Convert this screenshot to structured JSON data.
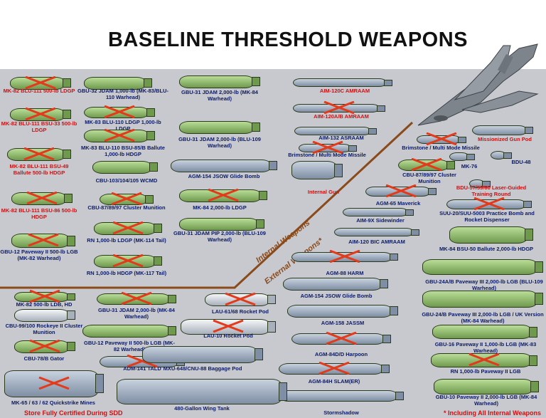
{
  "title": "BASELINE THRESHOLD WEAPONS",
  "divider": {
    "internal": "Internal Weapons",
    "external": "External Weapons*"
  },
  "footer": {
    "left_note": "Store Fully Certified During SDD",
    "right_note": "* Including All Internal Weapons"
  },
  "colors": {
    "panel": "#c8c9cf",
    "label_blue": "#0a1a66",
    "label_red": "#d01010",
    "cross": "#e23a1a",
    "store_green": "#8fbf6a",
    "store_gray": "#9aa7b8"
  },
  "icons": [
    "jet-icon",
    "cross-out-icon"
  ],
  "weapons": [
    {
      "id": "w1",
      "label": "MK-82 BLU-111 500-lb LDGP",
      "crossed": true
    },
    {
      "id": "w2",
      "label": "MK-82 BLU-111 BSU-33 500-lb LDGP",
      "crossed": true
    },
    {
      "id": "w3",
      "label": "MK-82 BLU-111 BSU-49 Ballute 500-lb HDGP",
      "crossed": true
    },
    {
      "id": "w4",
      "label": "MK-82 BLU-111 BSU-86 500-lb HDGP",
      "crossed": true
    },
    {
      "id": "w5",
      "label": "GBU-12 Paveway II 500-lb LGB (MK-82 Warhead)",
      "crossed": true
    },
    {
      "id": "w6",
      "label": "GBU-32 JDAM 1,000-lb (MK-83/BLU-110 Warhead)",
      "crossed": false
    },
    {
      "id": "w7",
      "label": "MK-83 BLU-110 LDGP 1,000-lb LDGP",
      "crossed": true
    },
    {
      "id": "w8",
      "label": "MK-83 BLU-110 BSU-85/B Ballute 1,000-lb HDGP",
      "crossed": true
    },
    {
      "id": "w9",
      "label": "CBU-103/104/105 WCMD",
      "crossed": false
    },
    {
      "id": "w10",
      "label": "CBU-87/89/97 Cluster Munition",
      "crossed": true
    },
    {
      "id": "w11",
      "label": "RN 1,000-lb LDGP (MK-114 Tail)",
      "crossed": true
    },
    {
      "id": "w12",
      "label": "RN 1,000-lb HDGP (MK-117 Tail)",
      "crossed": true
    },
    {
      "id": "w13",
      "label": "GBU-31 JDAM 2,000-lb (MK-84 Warhead)",
      "crossed": false
    },
    {
      "id": "w14",
      "label": "GBU-31 JDAM 2,000-lb (BLU-109 Warhead)",
      "crossed": false
    },
    {
      "id": "w15",
      "label": "AGM-154 JSOW Glide Bomb",
      "crossed": false
    },
    {
      "id": "w16",
      "label": "MK-84 2,000-lb LDGP",
      "crossed": true
    },
    {
      "id": "w17",
      "label": "GBU-31 JDAM PIP 2,000-lb (BLU-109 Warhead)",
      "crossed": false
    },
    {
      "id": "w18",
      "label": "AIM-120C AMRAAM",
      "crossed": false
    },
    {
      "id": "w19",
      "label": "AIM-120A/B AMRAAM",
      "crossed": true
    },
    {
      "id": "w20",
      "label": "AIM-132 ASRAAM",
      "crossed": false
    },
    {
      "id": "w21",
      "label": "Brimstone / Multi Mode Missile",
      "crossed": true
    },
    {
      "id": "w22",
      "label": "Internal Gun",
      "crossed": false
    },
    {
      "id": "w23",
      "label": "Brimstone / Multi Mode Missile",
      "crossed": true
    },
    {
      "id": "w24",
      "label": "Missionized Gun Pod",
      "crossed": false
    },
    {
      "id": "w25",
      "label": "MK-76",
      "crossed": false
    },
    {
      "id": "w26",
      "label": "BDU-48",
      "crossed": false
    },
    {
      "id": "w27",
      "label": "CBU-87/89/97 Cluster Munition",
      "crossed": true
    },
    {
      "id": "w28",
      "label": "BDU-57/59/60 Laser-Guided Training Round",
      "crossed": false
    },
    {
      "id": "w29",
      "label": "AGM-65 Maverick",
      "crossed": true
    },
    {
      "id": "w30",
      "label": "SUU-20/SUU-5003 Practice Bomb and Rocket Dispenser",
      "crossed": true
    },
    {
      "id": "w31",
      "label": "AIM-9X Sidewinder",
      "crossed": false
    },
    {
      "id": "w32",
      "label": "AIM-120 BIC AMRAAM",
      "crossed": false
    },
    {
      "id": "w33",
      "label": "MK-84 BSU-50 Ballute 2,000-lb HDGP",
      "crossed": false
    },
    {
      "id": "w34",
      "label": "AGM-88 HARM",
      "crossed": true
    },
    {
      "id": "w35",
      "label": "GBU-24A/B Paveway III 2,000-lb LGB (BLU-109 Warhead)",
      "crossed": false
    },
    {
      "id": "w36",
      "label": "AGM-154 JSOW Glide Bomb",
      "crossed": false
    },
    {
      "id": "w37",
      "label": "GBU-24/B Paveway III 2,000-lb LGB / UK Version (MK-84 Warhead)",
      "crossed": false
    },
    {
      "id": "w38",
      "label": "AGM-158 JASSM",
      "crossed": false
    },
    {
      "id": "w39",
      "label": "AGM-84D/D Harpoon",
      "crossed": true
    },
    {
      "id": "w40",
      "label": "GBU-16 Paveway II 1,000-lb LGB (MK-83 Warhead)",
      "crossed": false
    },
    {
      "id": "w41",
      "label": "AGM-84H SLAM(ER)",
      "crossed": true
    },
    {
      "id": "w42",
      "label": "RN 1,000-lb Paveway II LGB",
      "crossed": true
    },
    {
      "id": "w43",
      "label": "GBU-10 Paveway II 2,000-lb LGB (MK-84 Warhead)",
      "crossed": false
    },
    {
      "id": "w44",
      "label": "Stormshadow",
      "crossed": false
    },
    {
      "id": "w45",
      "label": "MK-82 500-lb LDB, HD",
      "crossed": true
    },
    {
      "id": "w46",
      "label": "CBU-99/100 Rockeye II Cluster Munition",
      "crossed": false
    },
    {
      "id": "w47",
      "label": "CBU-78/B Gator",
      "crossed": true
    },
    {
      "id": "w48",
      "label": "MK-65 / 63 / 62 Quickstrike Mines",
      "crossed": true
    },
    {
      "id": "w49",
      "label": "GBU-31 JDAM 2,000-lb (MK-84 Warhead)",
      "crossed": true
    },
    {
      "id": "w50",
      "label": "GBU-12 Paveway II 500-lb LGB (MK-82 Warhead)",
      "crossed": false
    },
    {
      "id": "w51",
      "label": "ADM-141 TALD",
      "crossed": true
    },
    {
      "id": "w52",
      "label": "LAU-61/68 Rocket Pod",
      "crossed": true
    },
    {
      "id": "w53",
      "label": "LAU-10 Rocket Pod",
      "crossed": true
    },
    {
      "id": "w54",
      "label": "MXU-648/CNU-88 Baggage Pod",
      "crossed": false
    },
    {
      "id": "w55",
      "label": "480-Gallon Wing Tank",
      "crossed": false
    }
  ]
}
